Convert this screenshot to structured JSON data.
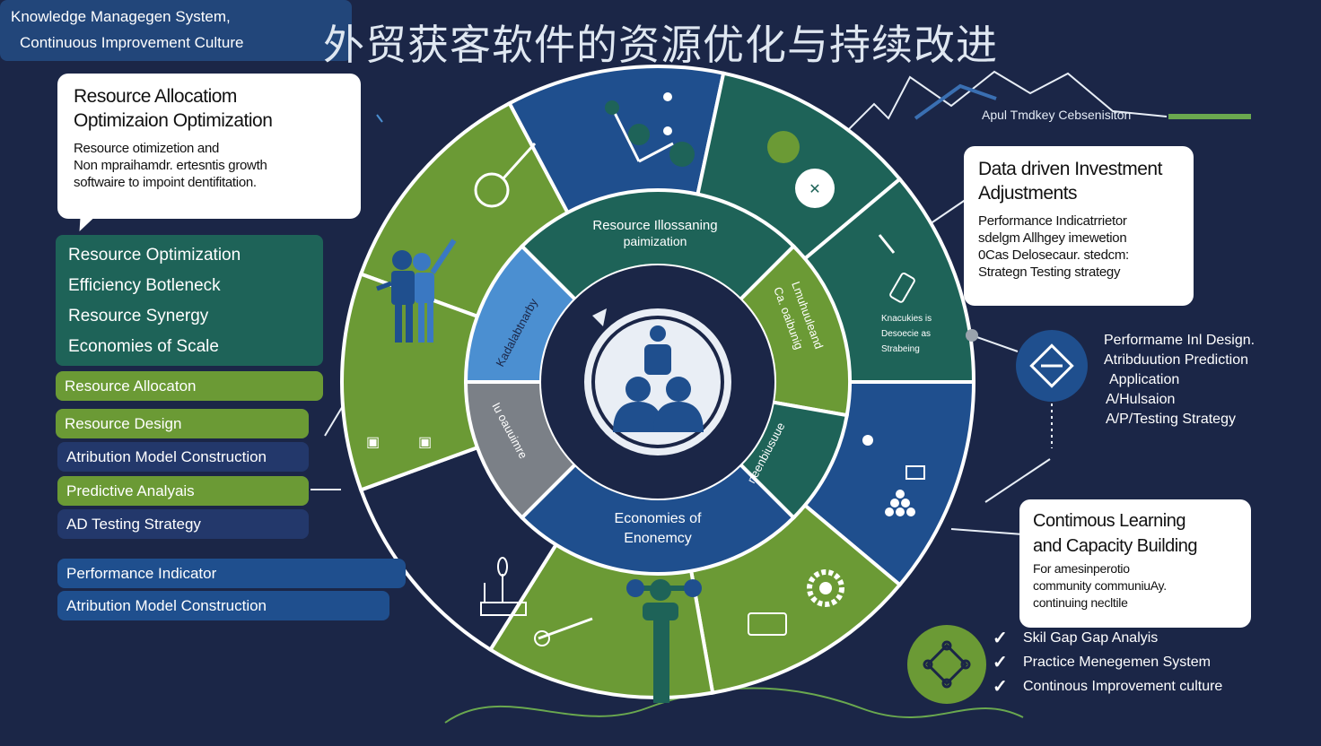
{
  "title": "外贸获客软件的资源优化与持续改进",
  "top_right_label": "Apul Tmdkey Cebsenisiton",
  "callout_top_left": {
    "heading_line1": "Resource Allocatiom",
    "heading_line2": "Optimizaion Optimization",
    "body_line1": "Resource otimizetion and",
    "body_line2": "Non mpraihamdr. ertesntis growth",
    "body_line3": "softwaire to impoint dentifitation."
  },
  "optimization_panel": {
    "items": [
      "Resource Optimization",
      "Efficiency Botleneck",
      "Resource Synergy",
      "Economies of Scale"
    ]
  },
  "left_bars": [
    "Resource Allocaton",
    "Resource Design",
    "Atribution Model Construction",
    "Predictive Analyais",
    "AD  Testing Strategy",
    "Performance Indicator",
    "Atribution Model Construction"
  ],
  "knowledge_panel": {
    "line1": "Knowledge Managegen System,",
    "line2": "Continuous Improvement Culture"
  },
  "callout_right_top": {
    "heading_line1": "Data driven Investment",
    "heading_line2": "Adjustments",
    "body_line1": "Performance Indicatrrietor",
    "body_line2": "sdelgm Allhgey imewetion",
    "body_line3": "0Cas Delosecaur. stedcm:",
    "body_line4": "Strategn Testing strategy"
  },
  "right_list": [
    "Performame Inl Design.",
    "Atribduution Prediction",
    "Application",
    "A/Hulsaion",
    "A/P/Testing Strategy"
  ],
  "callout_right_bottom": {
    "heading_line1": "Contimous Learning",
    "heading_line2": "and Capacity Building",
    "body_line1": "For amesinperotio",
    "body_line2": "community communiuAy.",
    "body_line3": "continuing necltile"
  },
  "checklist": [
    "Skil Gap Gap Analyis",
    "Practice Menegemen System",
    "Continous Improvement culture"
  ],
  "wheel": {
    "inner_top": "Resource Illossaning",
    "inner_top2": "paimization",
    "inner_bottom": "Economies of",
    "inner_bottom2": "Enonemcy",
    "inner_left": "Kadalabtnarby",
    "inner_right": "Lmuhuuleand",
    "inner_right2": "Ca. oaibunig",
    "inner_ll": "Iu oauuimre",
    "inner_lr": "neenbiusuue",
    "outer_right_text1": "Knacukies is",
    "outer_right_text2": "Desoecie as",
    "outer_right_text3": "Strabeing"
  },
  "colors": {
    "background": "#1b2647",
    "green": "#6b9a35",
    "teal": "#1e6358",
    "blue": "#1f4f8e",
    "navy": "#1b2647",
    "gray": "#7b8087",
    "light_blue": "#4b8fd1"
  }
}
